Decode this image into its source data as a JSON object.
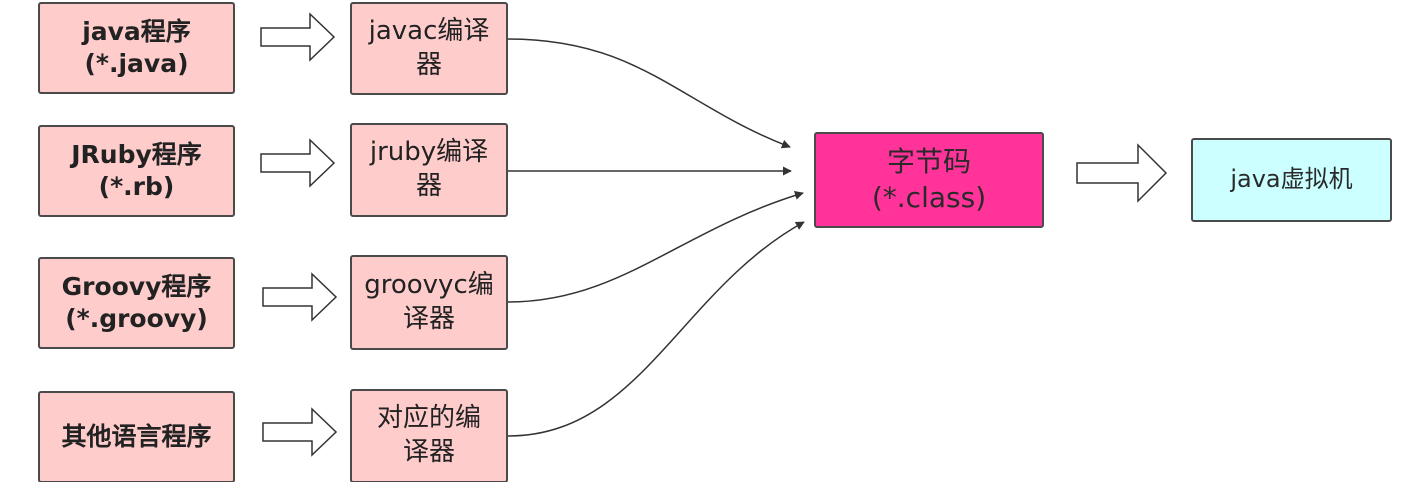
{
  "sources": [
    {
      "lines": [
        "java程序",
        "(*.java)"
      ]
    },
    {
      "lines": [
        "JRuby程序",
        "(*.rb)"
      ]
    },
    {
      "lines": [
        "Groovy程序",
        "(*.groovy)"
      ]
    },
    {
      "lines": [
        "其他语言程序",
        ""
      ]
    }
  ],
  "compilers": [
    {
      "lines": [
        "javac编译",
        "器"
      ]
    },
    {
      "lines": [
        "jruby编译",
        "器"
      ]
    },
    {
      "lines": [
        "groovyc编",
        "译器"
      ]
    },
    {
      "lines": [
        "对应的编",
        "译器"
      ]
    }
  ],
  "bytecode": {
    "lines": [
      "字节码",
      "(*.class)"
    ]
  },
  "jvm": {
    "label": "java虚拟机"
  },
  "colors": {
    "source_fill": "#ffcccc",
    "compiler_fill": "#ffcccc",
    "bytecode_fill": "#ff3399",
    "jvm_fill": "#ccffff",
    "border": "#4a4a4a",
    "connector": "#333333"
  }
}
